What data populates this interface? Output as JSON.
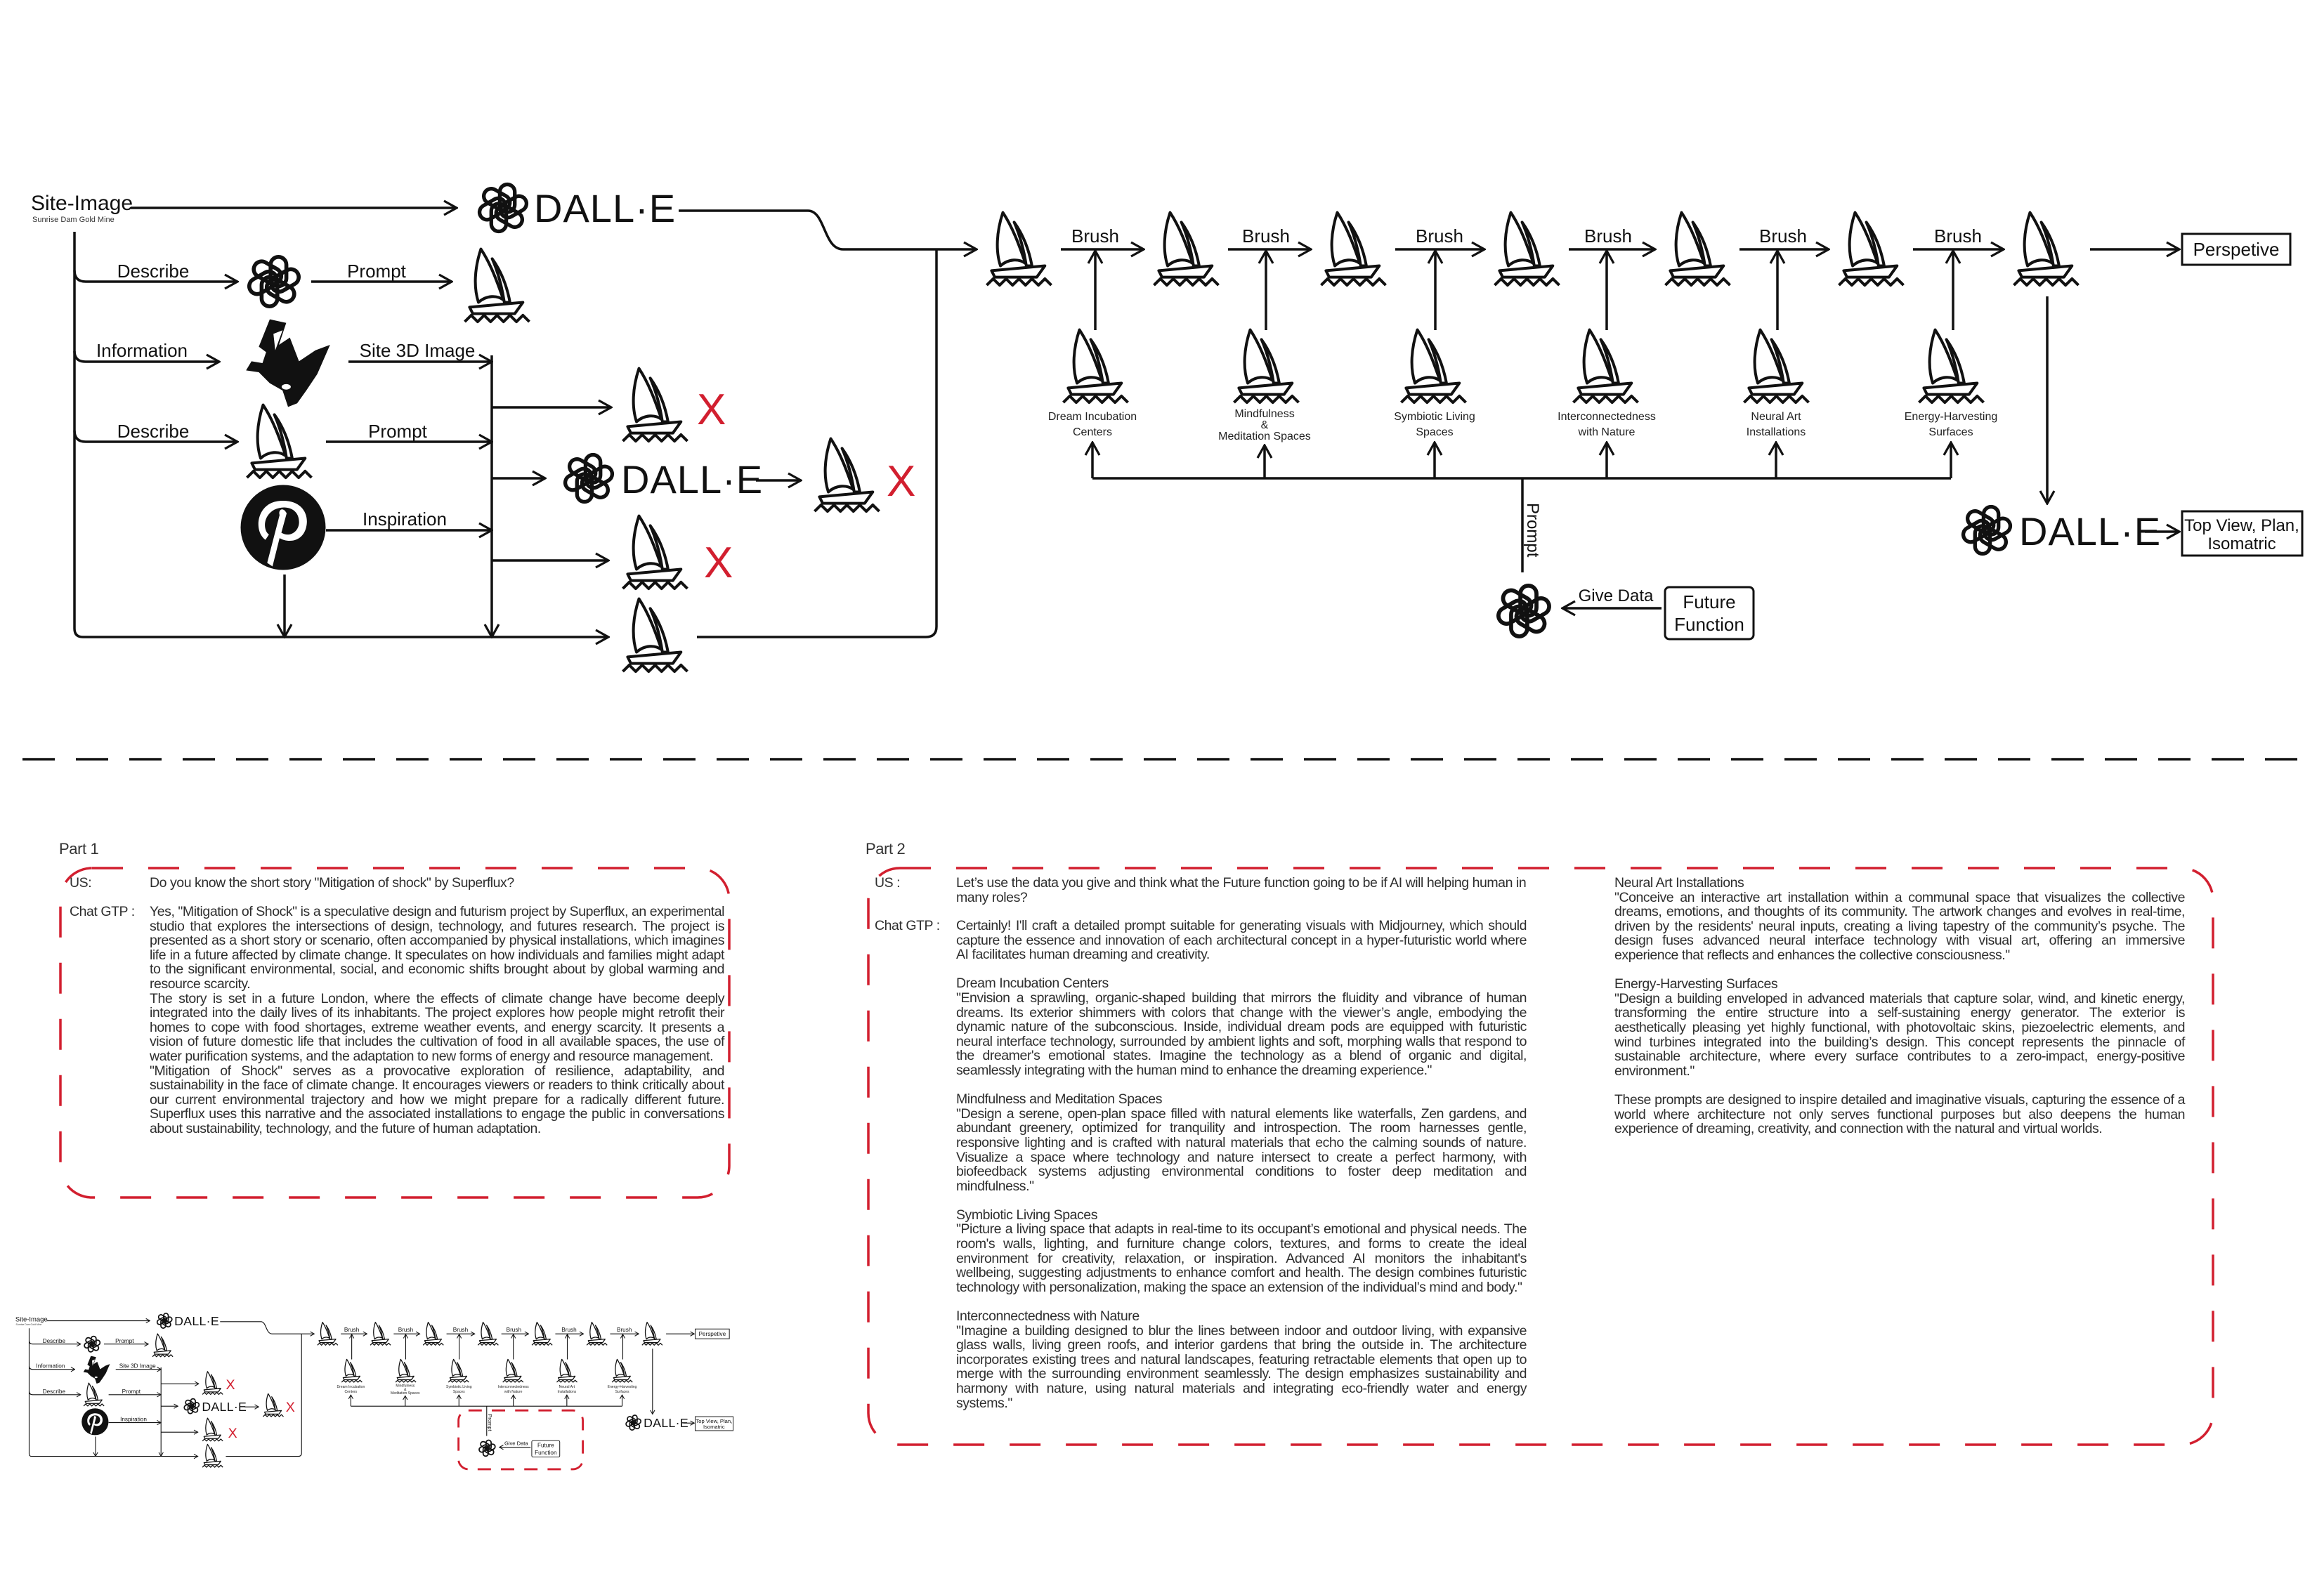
{
  "diagram": {
    "site_image": "Site-Image",
    "site_subtitle": "Sunrise Dam Gold Mine",
    "dalle": "DALL·E",
    "describe": "Describe",
    "prompt": "Prompt",
    "information": "Information",
    "site_3d_image": "Site 3D Image",
    "inspiration": "Inspiration",
    "rejected_mark": "X",
    "brush": "Brush",
    "concepts": [
      [
        "Dream Incubation",
        "Centers",
        ""
      ],
      [
        "Mindfulness",
        "&",
        "Meditation Spaces"
      ],
      [
        "Symbiotic Living",
        "Spaces",
        ""
      ],
      [
        "Interconnectedness",
        "with Nature",
        ""
      ],
      [
        "Neural Art",
        "Installations",
        ""
      ],
      [
        "Energy-Harvesting",
        "Surfaces",
        ""
      ]
    ],
    "prompt_vertical": "Prompt",
    "give_data": "Give Data",
    "future_function": [
      "Future",
      "Function"
    ],
    "perspective": "Perspetive",
    "top_view": [
      "Top View, Plan,",
      "Isomatric"
    ],
    "icons": [
      "openai-icon",
      "midjourney-boat-icon",
      "rhino-icon",
      "pinterest-icon",
      "arrow-icon"
    ],
    "accent_color": "#d21f2f"
  },
  "part1": {
    "label": "Part 1",
    "us_label": "US:",
    "us_text": "Do you know the short story \"Mitigation of shock\" by Superflux?",
    "gpt_label": "Chat GTP :",
    "gpt_paragraphs": [
      "Yes, \"Mitigation of Shock\" is a speculative design and futurism project by Superflux, an experimental studio that explores the intersections of design, technology, and futures research. The project is presented as a short story or scenario, often accompanied by physical installations, which imagines life in a future affected by climate change. It speculates on how individuals and families might adapt to the significant environmental, social, and economic shifts brought about by global warming and resource scarcity.",
      "The story is set in a future London, where the effects of climate change have become deeply integrated into the daily lives of its inhabitants. The project explores how people might retrofit their homes to cope with food shortages, extreme weather events, and energy scarcity. It presents a vision of future domestic life that includes the cultivation of food in all available spaces, the use of water purification systems, and the adaptation to new forms of energy and resource management.",
      "\"Mitigation of Shock\" serves as a provocative exploration of resilience, adaptability, and sustainability in the face of climate change. It encourages viewers or readers to think critically about our current environmental trajectory and how we might prepare for a radically different future. Superflux uses this narrative and the associated installations to engage the public in conversations about sustainability, technology, and the future of human adaptation."
    ]
  },
  "part2": {
    "label": "Part 2",
    "us_label": "US :",
    "us_text": "Let’s use the data you give and think what the Future function going to be if AI will helping human in many roles?",
    "gpt_label": "Chat GTP :",
    "intro": "Certainly! I'll craft a detailed prompt suitable for generating visuals with Midjourney, which should capture the essence and innovation of each architectural concept in a hyper-futuristic world where AI facilitates human dreaming and creativity.",
    "sections": [
      {
        "title": "Dream Incubation Centers",
        "text": "\"Envision a sprawling, organic-shaped building that mirrors the fluidity and vibrance of human dreams. Its exterior shimmers with colors that change with the viewer’s angle, embodying the dynamic nature of the subconscious. Inside, individual dream pods are equipped with futuristic neural interface technology, surrounded by ambient lights and soft, morphing walls that respond to the dreamer's emotional states. Imagine the technology as a blend of organic and digital, seamlessly integrating with the human mind to enhance the dreaming experience.\""
      },
      {
        "title": "Mindfulness and Meditation Spaces",
        "text": "\"Design a serene, open-plan space filled with natural elements like waterfalls, Zen gardens, and abundant greenery, optimized for tranquility and introspection. The room harnesses gentle, responsive lighting and is crafted with natural materials that echo the calming sounds of nature. Visualize a space where technology and nature intersect to create a perfect harmony, with biofeedback systems adjusting environmental conditions to foster deep meditation and mindfulness.\""
      },
      {
        "title": "Symbiotic Living Spaces",
        "text": "\"Picture a living space that adapts in real-time to its occupant’s emotional and physical needs. The room's walls, lighting, and furniture change colors, textures, and forms to create the ideal environment for creativity, relaxation, or inspiration. Advanced AI monitors the inhabitant's wellbeing, suggesting adjustments to enhance comfort and health. The design combines futuristic technology with personalization, making the space an extension of the individual’s mind and body.\""
      },
      {
        "title": "Interconnectedness with Nature",
        "text": "\"Imagine a building designed to blur the lines between indoor and outdoor living, with expansive glass walls, living green roofs, and interior gardens that bring the outside in. The architecture incorporates existing trees and natural landscapes, featuring retractable elements that open up to merge with the surrounding environment seamlessly. The design emphasizes sustainability and harmony with nature, using natural materials and integrating eco-friendly water and energy systems.\""
      },
      {
        "title": "Neural Art Installations",
        "text": "\"Conceive an interactive art installation within a communal space that visualizes the collective dreams, emotions, and thoughts of its community. The artwork changes and evolves in real-time, driven by the residents' neural inputs, creating a living tapestry of the community’s psyche. The design fuses advanced neural interface technology with visual art, offering an immersive experience that reflects and enhances the collective consciousness.\""
      },
      {
        "title": "Energy-Harvesting Surfaces",
        "text": "\"Design a building enveloped in advanced materials that capture solar, wind, and kinetic energy, transforming the entire structure into a self-sustaining energy generator. The exterior is aesthetically pleasing yet highly functional, with photovoltaic skins, piezoelectric elements, and wind turbines integrated into the building’s design. This concept represents the pinnacle of sustainable architecture, where every surface contributes to a zero-impact, energy-positive environment.\""
      }
    ],
    "closing": "These prompts are designed to inspire detailed and imaginative visuals, capturing the essence of a world where architecture not only serves functional purposes but also deepens the human experience of dreaming, creativity, and connection with the natural and virtual worlds."
  }
}
